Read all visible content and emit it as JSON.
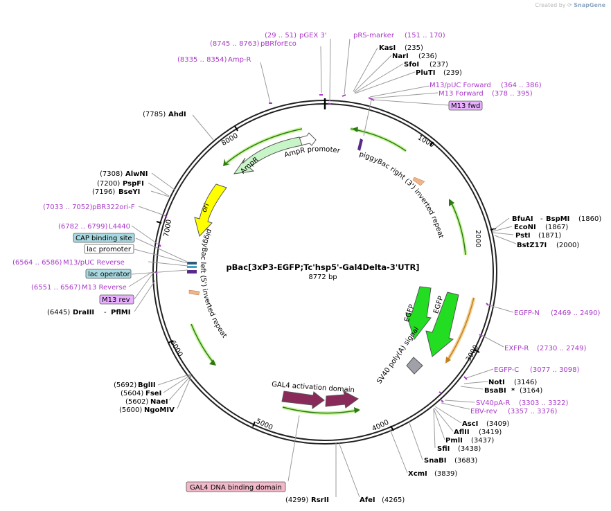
{
  "credit": {
    "prefix": "Created by",
    "brand": "SnapGene"
  },
  "plasmid": {
    "name": "pBac[3xP3-EGFP;Tc'hsp5'-Gal4Delta-3'UTR]",
    "size_label": "8772 bp",
    "length": 8772
  },
  "colors": {
    "enzyme": "#000000",
    "primer": "#a838c8",
    "leader": "#9a9a9a",
    "outline": "#222222",
    "ampr": "#c8f5c8",
    "ori": "#ffff00",
    "egfp": "#22dd22",
    "gal4": "#8a2a5a",
    "itr": "#2d7a10",
    "orange_feature": "#f0b48a",
    "sv40pa": "#a0a0a8",
    "protein_bind": "#a8d8e0",
    "primer_site": "#e8b0ff",
    "gal4_dbd": "#f0b8c8"
  },
  "ticks": [
    "1000",
    "2000",
    "3000",
    "4000",
    "5000",
    "6000",
    "7000",
    "8000"
  ],
  "features": {
    "ampr": "AmpR",
    "ampr_promoter": "AmpR promoter",
    "ori": "ori",
    "itr_right": "piggyBac right (3') inverted repeat",
    "itr_left": "piggyBac left (5') inverted repeat",
    "egfp1": "EGFP",
    "egfp2": "EGFP",
    "sv40pa": "SV40 poly(A) signal",
    "gal4ad": "GAL4 activation domain"
  },
  "labels": [
    {
      "key": "pgex3",
      "name": "pGEX 3'",
      "range": "(29 .. 51)",
      "type": "primer"
    },
    {
      "key": "pbrfor",
      "name": "pBRforEco",
      "range": "(8745 .. 8763)",
      "type": "primer"
    },
    {
      "key": "ampr_p",
      "name": "Amp-R",
      "range": "(8335 .. 8354)",
      "type": "primer"
    },
    {
      "key": "prs",
      "name": "pRS-marker",
      "range": "(151 .. 170)",
      "type": "primer"
    },
    {
      "key": "kasi",
      "name": "KasI",
      "pos": "(235)",
      "type": "enzyme"
    },
    {
      "key": "nari",
      "name": "NarI",
      "pos": "(236)",
      "type": "enzyme"
    },
    {
      "key": "sfoi",
      "name": "SfoI",
      "pos": "(237)",
      "type": "enzyme"
    },
    {
      "key": "pluti",
      "name": "PluTI",
      "pos": "(239)",
      "type": "enzyme"
    },
    {
      "key": "m13puc_f",
      "name": "M13/pUC Forward",
      "range": "(364 .. 386)",
      "type": "primer"
    },
    {
      "key": "m13_f",
      "name": "M13 Forward",
      "range": "(378 .. 395)",
      "type": "primer"
    },
    {
      "key": "m13fwd",
      "name": "M13 fwd",
      "type": "primer_box"
    },
    {
      "key": "bfuai",
      "name": "BfuAI",
      "name2": "BspMI",
      "pos": "(1860)",
      "type": "enzyme"
    },
    {
      "key": "econi",
      "name": "EcoNI",
      "pos": "(1867)",
      "type": "enzyme"
    },
    {
      "key": "psti",
      "name": "PstI",
      "pos": "(1871)",
      "type": "enzyme"
    },
    {
      "key": "bstz17i",
      "name": "BstZ17I",
      "pos": "(2000)",
      "type": "enzyme"
    },
    {
      "key": "egfpn",
      "name": "EGFP-N",
      "range": "(2469 .. 2490)",
      "type": "primer"
    },
    {
      "key": "exfpr",
      "name": "EXFP-R",
      "range": "(2730 .. 2749)",
      "type": "primer"
    },
    {
      "key": "egfpc",
      "name": "EGFP-C",
      "range": "(3077 .. 3098)",
      "type": "primer"
    },
    {
      "key": "noti",
      "name": "NotI",
      "pos": "(3146)",
      "type": "enzyme"
    },
    {
      "key": "bsabi",
      "name": "BsaBI",
      "star": "*",
      "pos": "(3164)",
      "type": "enzyme"
    },
    {
      "key": "sv40par",
      "name": "SV40pA-R",
      "range": "(3303 .. 3322)",
      "type": "primer"
    },
    {
      "key": "ebvrev",
      "name": "EBV-rev",
      "range": "(3357 .. 3376)",
      "type": "primer"
    },
    {
      "key": "asci",
      "name": "AscI",
      "pos": "(3409)",
      "type": "enzyme"
    },
    {
      "key": "aflii",
      "name": "AflII",
      "pos": "(3419)",
      "type": "enzyme"
    },
    {
      "key": "pmli",
      "name": "PmlI",
      "pos": "(3437)",
      "type": "enzyme"
    },
    {
      "key": "sfii",
      "name": "SfiI",
      "pos": "(3438)",
      "type": "enzyme"
    },
    {
      "key": "snabi",
      "name": "SnaBI",
      "pos": "(3683)",
      "type": "enzyme"
    },
    {
      "key": "xcmi",
      "name": "XcmI",
      "pos": "(3839)",
      "type": "enzyme"
    },
    {
      "key": "afei",
      "name": "AfeI",
      "pos": "(4265)",
      "type": "enzyme"
    },
    {
      "key": "rsrii",
      "name": "RsrII",
      "pos": "(4299)",
      "type": "enzyme"
    },
    {
      "key": "gal4dbd",
      "name": "GAL4 DNA binding domain",
      "type": "feature_box"
    },
    {
      "key": "bglii",
      "name": "BglII",
      "pos": "(5692)",
      "type": "enzyme"
    },
    {
      "key": "fsei",
      "name": "FseI",
      "pos": "(5604)",
      "type": "enzyme"
    },
    {
      "key": "naei",
      "name": "NaeI",
      "pos": "(5602)",
      "type": "enzyme"
    },
    {
      "key": "ngomiv",
      "name": "NgoMIV",
      "pos": "(5600)",
      "type": "enzyme"
    },
    {
      "key": "draiii",
      "name": "DraIII",
      "name2": "PflMI",
      "pos": "(6445)",
      "type": "enzyme"
    },
    {
      "key": "m13rev",
      "name": "M13 rev",
      "type": "primer_box"
    },
    {
      "key": "m13_r",
      "name": "M13 Reverse",
      "range": "(6551 .. 6567)",
      "type": "primer"
    },
    {
      "key": "lacop",
      "name": "lac operator",
      "type": "protein_box"
    },
    {
      "key": "m13puc_r",
      "name": "M13/pUC Reverse",
      "range": "(6564 .. 6586)",
      "type": "primer"
    },
    {
      "key": "lacprom",
      "name": "lac promoter",
      "type": "plain_box"
    },
    {
      "key": "cap",
      "name": "CAP binding site",
      "type": "protein_box"
    },
    {
      "key": "l4440",
      "name": "L4440",
      "range": "(6782 .. 6799)",
      "type": "primer"
    },
    {
      "key": "pbr322",
      "name": "pBR322ori-F",
      "range": "(7033 .. 7052)",
      "type": "primer"
    },
    {
      "key": "bseyi",
      "name": "BseYI",
      "pos": "(7196)",
      "type": "enzyme"
    },
    {
      "key": "pspfi",
      "name": "PspFI",
      "pos": "(7200)",
      "type": "enzyme"
    },
    {
      "key": "alwni",
      "name": "AlwNI",
      "pos": "(7308)",
      "type": "enzyme"
    },
    {
      "key": "ahdi",
      "name": "AhdI",
      "pos": "(7785)",
      "type": "enzyme"
    }
  ]
}
